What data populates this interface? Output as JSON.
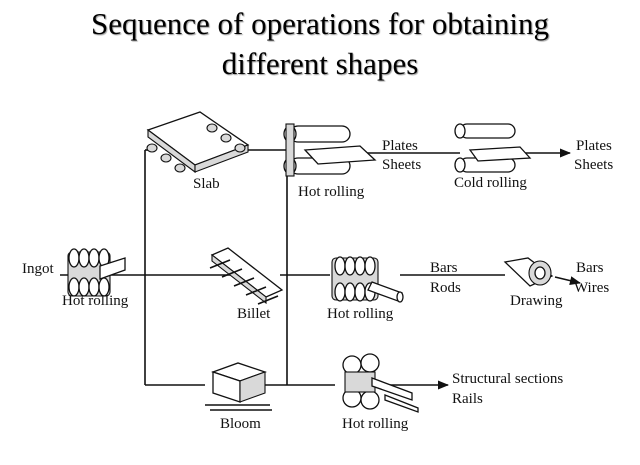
{
  "title": {
    "line1": "Sequence of operations for obtaining",
    "line2": "different shapes"
  },
  "labels": {
    "ingot": "Ingot",
    "hot_rolling_initial": "Hot rolling",
    "slab": "Slab",
    "billet": "Billet",
    "bloom": "Bloom",
    "hot_rolling_slab": "Hot rolling",
    "hot_rolling_billet": "Hot rolling",
    "hot_rolling_bloom": "Hot rolling",
    "plates_mid": "Plates",
    "sheets_mid": "Sheets",
    "cold_rolling": "Cold rolling",
    "plates_end": "Plates",
    "sheets_end": "Sheets",
    "bars_mid": "Bars",
    "rods_mid": "Rods",
    "drawing": "Drawing",
    "bars_end": "Bars",
    "wires_end": "Wires",
    "structural_sections": "Structural sections",
    "rails": "Rails"
  },
  "icons": {
    "ingot_mill": "rolling-mill-icon",
    "slab_conveyor": "roller-conveyor-icon",
    "billet_conveyor": "roller-conveyor-icon",
    "bloom_block": "bloom-block-icon",
    "plate_mill": "plate-rolling-mill-icon",
    "cold_mill": "cold-rolling-mill-icon",
    "bar_mill": "grooved-roll-mill-icon",
    "drawing_die": "drawing-die-icon",
    "section_mill": "section-rolling-mill-icon"
  }
}
